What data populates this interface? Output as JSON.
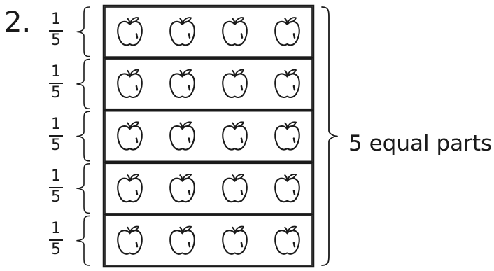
{
  "problem": {
    "number_label": "2.",
    "parts_label": "5 equal parts",
    "rows": [
      {
        "numerator": "1",
        "denominator": "5",
        "icon": "apple-icon",
        "icon_count": 4
      },
      {
        "numerator": "1",
        "denominator": "5",
        "icon": "apple-icon",
        "icon_count": 4
      },
      {
        "numerator": "1",
        "denominator": "5",
        "icon": "apple-icon",
        "icon_count": 4
      },
      {
        "numerator": "1",
        "denominator": "5",
        "icon": "apple-icon",
        "icon_count": 4
      },
      {
        "numerator": "1",
        "denominator": "5",
        "icon": "apple-icon",
        "icon_count": 4
      }
    ]
  },
  "colors": {
    "line": "#1a1a1a",
    "background": "#ffffff"
  }
}
